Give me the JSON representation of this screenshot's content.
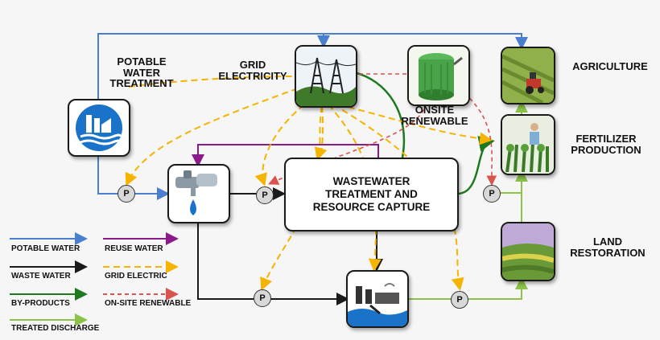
{
  "labels": {
    "potable_water_treatment": "POTABLE\nWATER\nTREATMENT",
    "grid_electricity": "GRID\nELECTRICITY",
    "onsite_renewable": "ONSITE\nRENEWABLE",
    "agriculture": "AGRICULTURE",
    "fertilizer_production": "FERTILIZER\nPRODUCTION",
    "land_restoration": "LAND\nRESTORATION",
    "wastewater_center": "WASTEWATER\nTREATMENT AND\nRESOURCE CAPTURE"
  },
  "pump_label": "P",
  "legend": {
    "potable_water": "POTABLE WATER",
    "waste_water": "WASTE WATER",
    "by_products": "BY-PRODUCTS",
    "treated_discharge": "TREATED DISCHARGE",
    "reuse_water": "REUSE WATER",
    "grid_electric": "GRID ELECTRIC",
    "onsite_renewable": "ON-SITE RENEWABLE"
  },
  "colors": {
    "potable_water": "#4a7fd0",
    "waste_water": "#1a1a1a",
    "by_products": "#1f7a1f",
    "treated_discharge": "#8bc34a",
    "reuse_water": "#8b1a8b",
    "grid_electric": "#f4b400",
    "onsite_renewable": "#d9534f"
  },
  "icons": {
    "potable": "water-treatment-icon",
    "grid": "power-line-icon",
    "onsite": "biogas-tank-icon",
    "faucet": "faucet-icon",
    "discharge": "discharge-plant-icon",
    "agriculture": "farm-tractor-icon",
    "fertilizer": "fertilizer-crop-icon",
    "land": "land-field-icon"
  }
}
